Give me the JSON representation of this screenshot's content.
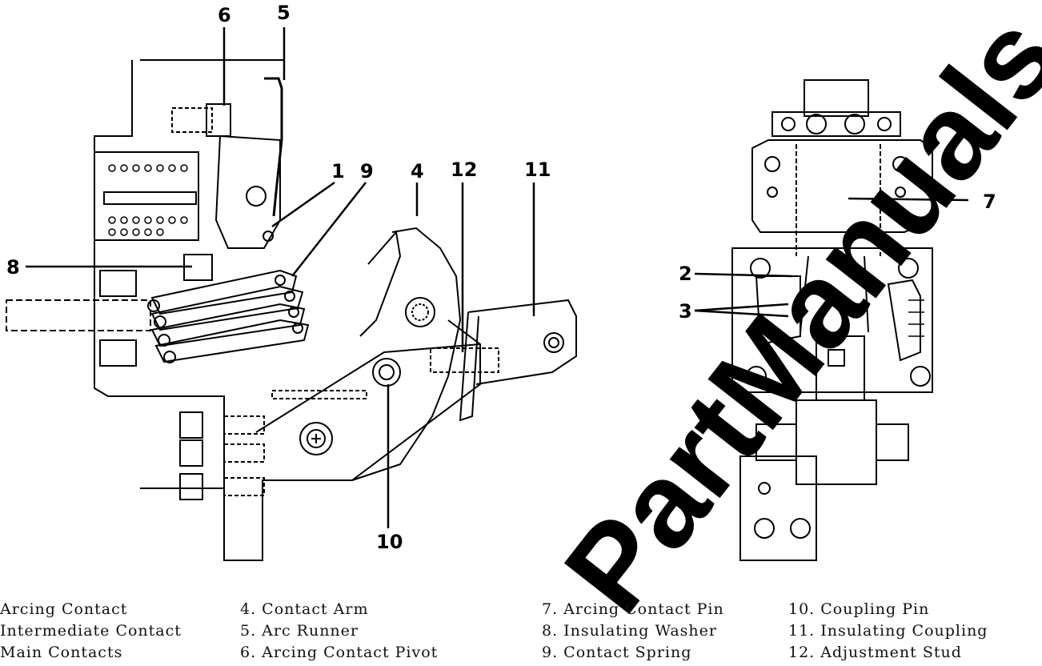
{
  "callouts": [
    {
      "id": "callout-6",
      "text": "6"
    },
    {
      "id": "callout-5",
      "text": "5"
    },
    {
      "id": "callout-1",
      "text": "1"
    },
    {
      "id": "callout-9",
      "text": "9"
    },
    {
      "id": "callout-4",
      "text": "4"
    },
    {
      "id": "callout-12",
      "text": "12"
    },
    {
      "id": "callout-11",
      "text": "11"
    },
    {
      "id": "callout-8",
      "text": "8"
    },
    {
      "id": "callout-10",
      "text": "10"
    },
    {
      "id": "callout-7",
      "text": "7"
    },
    {
      "id": "callout-2",
      "text": "2"
    },
    {
      "id": "callout-3",
      "text": "3"
    }
  ],
  "legend": {
    "col1": [
      "Arcing Contact",
      "Intermediate Contact",
      "Main Contacts"
    ],
    "col2": [
      "4. Contact Arm",
      "5. Arc Runner",
      "6. Arcing Contact Pivot"
    ],
    "col3": [
      "7. Arcing Contact Pin",
      "8. Insulating Washer",
      "9. Contact Spring"
    ],
    "col4": [
      "10. Coupling Pin",
      "11. Insulating Coupling",
      "12. Adjustment Stud"
    ]
  },
  "watermark": {
    "text": "PartManuals.com"
  }
}
